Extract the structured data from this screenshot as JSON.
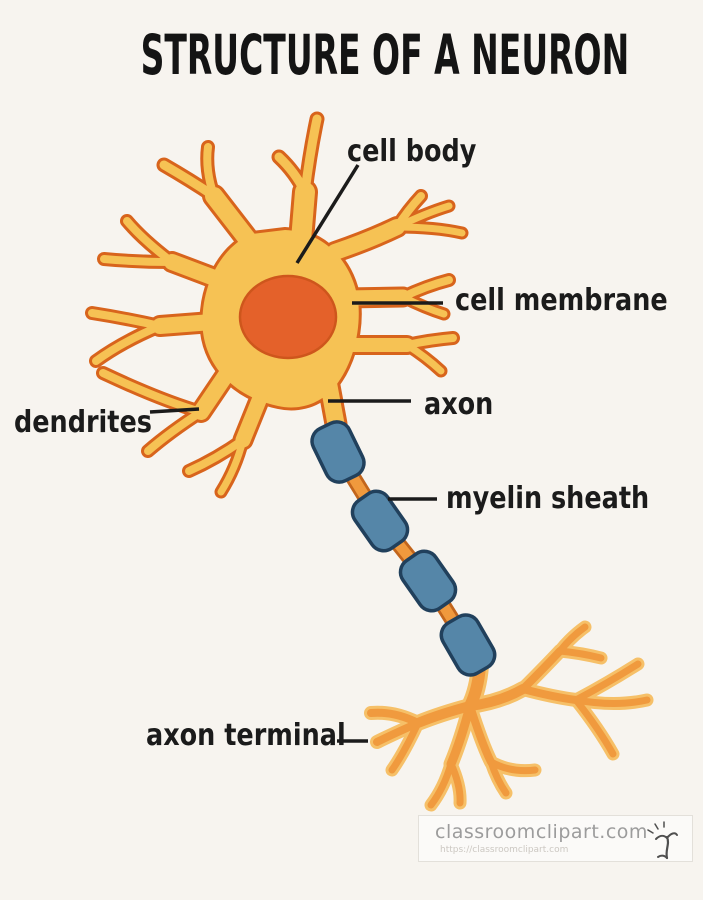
{
  "title": "STRUCTURE OF A NEURON",
  "labels": {
    "cell_body": "cell body",
    "cell_membrane": "cell membrane",
    "axon": "axon",
    "dendrites": "dendrites",
    "myelin_sheath": "myelin sheath",
    "axon_terminal": "axon terminal"
  },
  "watermark": {
    "site": "classroomclipart.com",
    "url": "https://classroomclipart.com"
  },
  "colors": {
    "bg": "#f7f4ef",
    "ink": "#1b1b1b",
    "cell-fill": "#f6c254",
    "cell-line": "#d8641c",
    "nucleus-fill": "#e4612a",
    "nucleus-line": "#ce561c",
    "myelin-fill": "#5586a8",
    "myelin-line": "#21405c",
    "axon-fill": "#f0993d",
    "axon-line": "#c2651c",
    "term-fill": "#f09a3e",
    "term-line": "#f6c068",
    "wm-text": "#9c9c9c",
    "wm-url": "#ccc8c2",
    "wm-border": "#e3e0da",
    "wm-bg": "#fbfaf8"
  }
}
